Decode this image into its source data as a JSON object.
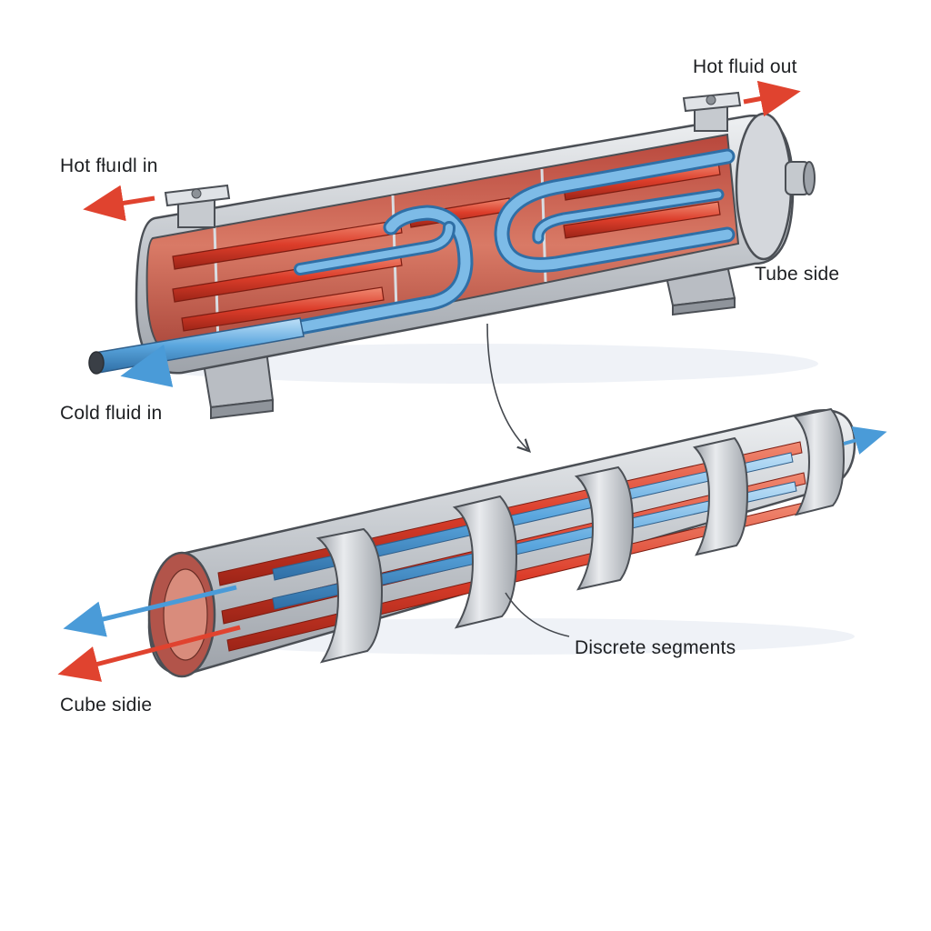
{
  "labels": {
    "hot_fluid_out": "Hot fluid out",
    "hot_fluid_in": "Hot fƚuıdl in",
    "tube_side": "Tube side",
    "cold_fluid_in": "Cold fluid in",
    "discrete_segments": "Discrete segments",
    "cube_side": "Cube sidie"
  },
  "colors": {
    "hot": "#e0432f",
    "cold": "#4a9bd8",
    "shell": "#c4c8cd",
    "outline": "#4b4f55",
    "interior": "#c9584a"
  }
}
